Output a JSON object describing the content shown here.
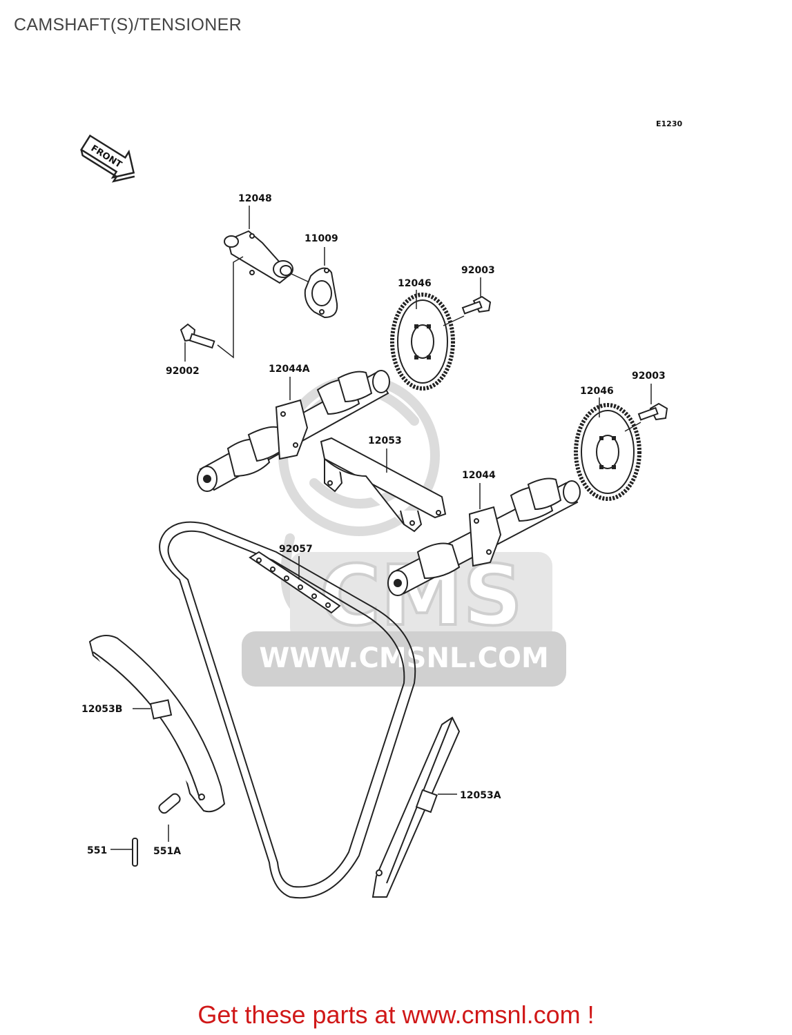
{
  "title": "CAMSHAFT(S)/TENSIONER",
  "diagram_code": "E1230",
  "front_marker": "FRONT",
  "watermark": {
    "logo": "CMS",
    "url": "WWW.CMSNL.COM"
  },
  "parts": [
    {
      "id": "12048"
    },
    {
      "id": "11009"
    },
    {
      "id": "92003"
    },
    {
      "id": "12046"
    },
    {
      "id": "92002"
    },
    {
      "id": "12044A"
    },
    {
      "id": "92003"
    },
    {
      "id": "12046"
    },
    {
      "id": "12053"
    },
    {
      "id": "12044"
    },
    {
      "id": "92057"
    },
    {
      "id": "12053B"
    },
    {
      "id": "12053A"
    },
    {
      "id": "551"
    },
    {
      "id": "551A"
    }
  ],
  "footer_link": "Get these parts at www.cmsnl.com !",
  "colors": {
    "line": "#222222",
    "watermark": "#d9d9d9",
    "link": "#d01818"
  }
}
